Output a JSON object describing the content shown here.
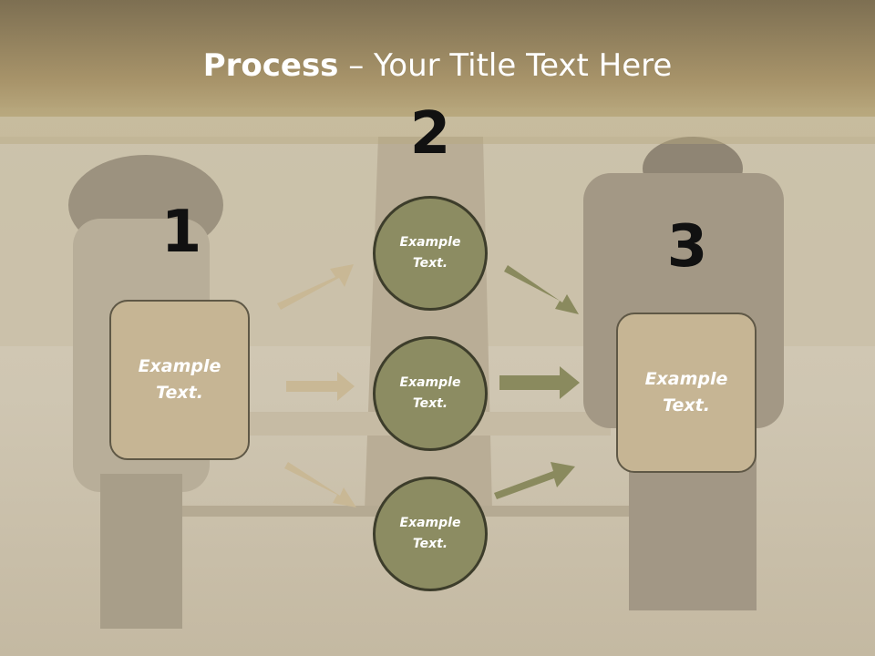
{
  "slide": {
    "title_bold": "Process",
    "title_rest": " – Your Title Text Here"
  },
  "steps": [
    {
      "number": "1",
      "box_text_line1": "Example",
      "box_text_line2": "Text."
    },
    {
      "number": "2"
    },
    {
      "number": "3",
      "box_text_line1": "Example",
      "box_text_line2": "Text."
    }
  ],
  "circles": [
    {
      "line1": "Example",
      "line2": "Text."
    },
    {
      "line1": "Example",
      "line2": "Text."
    },
    {
      "line1": "Example",
      "line2": "Text."
    }
  ],
  "colors": {
    "box_fill": "#c6b594",
    "circle_fill": "#8c8c62",
    "arrow_left": "#c9b895",
    "arrow_right": "#8a8a5e",
    "header_band": "#a8946a"
  }
}
